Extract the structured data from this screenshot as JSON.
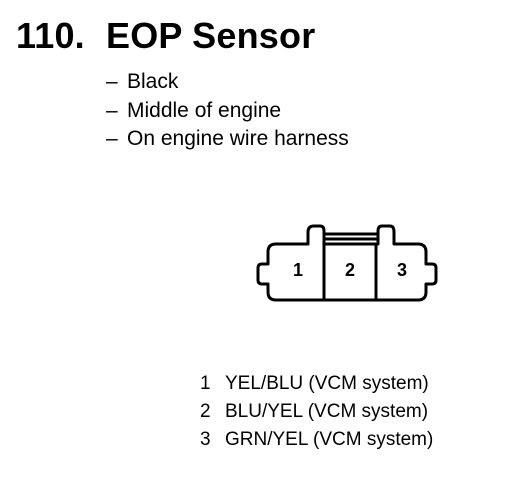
{
  "header": {
    "number": "110.",
    "title": "EOP Sensor"
  },
  "details": [
    {
      "dash": "–",
      "text": "Black"
    },
    {
      "dash": "–",
      "text": "Middle of engine"
    },
    {
      "dash": "–",
      "text": "On engine wire harness"
    }
  ],
  "connector": {
    "cavity_labels": [
      "1",
      "2",
      "3"
    ]
  },
  "pins": [
    {
      "number": "1",
      "description": "YEL/BLU (VCM system)"
    },
    {
      "number": "2",
      "description": "BLU/YEL (VCM system)"
    },
    {
      "number": "3",
      "description": "GRN/YEL (VCM system)"
    }
  ]
}
